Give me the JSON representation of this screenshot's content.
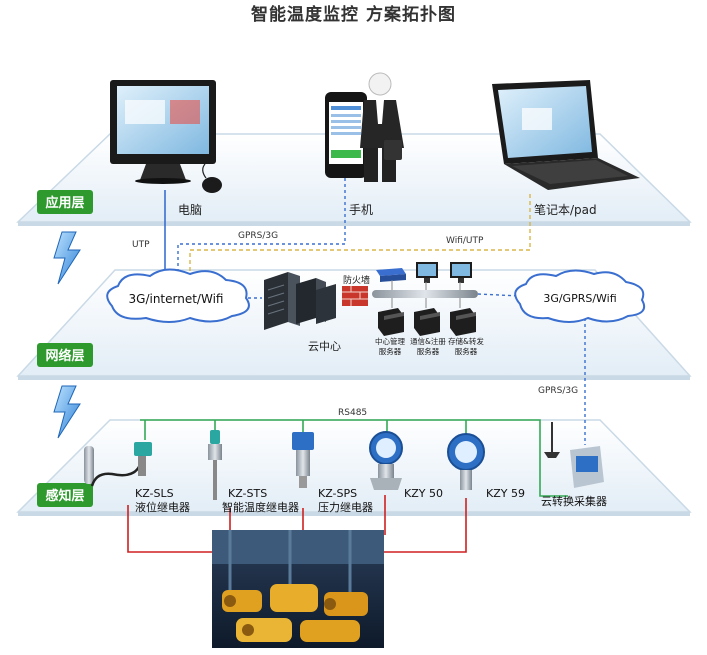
{
  "title": "智能温度监控 方案拓扑图",
  "layers": {
    "app": "应用层",
    "network": "网络层",
    "sense": "感知层"
  },
  "app_devices": {
    "pc": "电脑",
    "phone": "手机",
    "laptop": "笔记本/pad"
  },
  "links": {
    "utp": "UTP",
    "gprs3g_top": "GPRS/3G",
    "wifi_utp": "Wifi/UTP",
    "gprs3g_side": "GPRS/3G",
    "rs485": "RS485"
  },
  "network": {
    "cloud_left": "3G/internet/Wifi",
    "cloud_right": "3G/GPRS/Wifi",
    "firewall": "防火墙",
    "cloud_center": "云中心",
    "server1_line1": "中心管理",
    "server1_line2": "服务器",
    "server2_line1": "通信&注册",
    "server2_line2": "服务器",
    "server3_line1": "存储&转发",
    "server3_line2": "服务器"
  },
  "sensors": {
    "s1_model": "KZ-SLS",
    "s1_name": "液位继电器",
    "s2_model": "KZ-STS",
    "s2_name": "智能温度继电器",
    "s3_model": "KZ-SPS",
    "s3_name": "压力继电器",
    "s4_model": "KZY 50",
    "s5_model": "KZY 59",
    "collector": "云转换采集器"
  },
  "colors": {
    "layer_label_bg": "#2e9a2e",
    "utp_line": "#3a6fd0",
    "wifi_line": "#d8b64a",
    "rs485_line": "#33aa55",
    "power_line": "#d02020"
  }
}
